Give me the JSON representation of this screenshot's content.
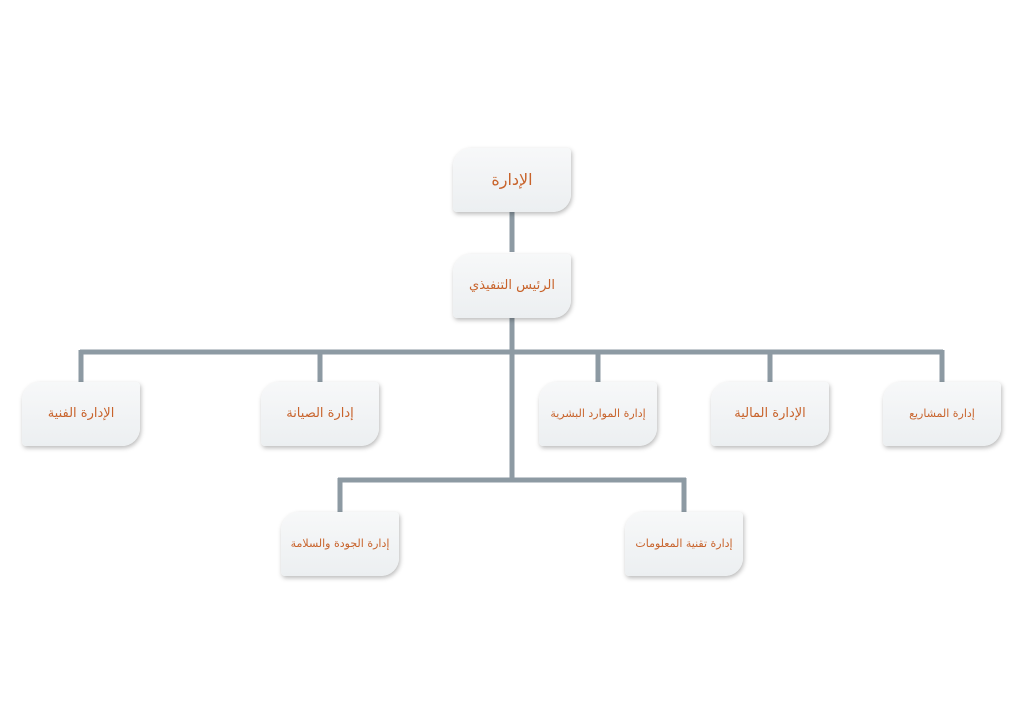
{
  "org_chart": {
    "root": {
      "label": "الإدارة"
    },
    "executive": {
      "label": "الرئيس التنفيذي"
    },
    "departments": [
      {
        "label": "الإدارة الفنية"
      },
      {
        "label": "إدارة الصيانة"
      },
      {
        "label": "إدارة الموارد البشرية"
      },
      {
        "label": "الإدارة المالية"
      },
      {
        "label": "إدارة المشاريع"
      }
    ],
    "sub_departments": [
      {
        "label": "إدارة الجودة والسلامة"
      },
      {
        "label": "إدارة تقنية المعلومات"
      }
    ]
  },
  "colors": {
    "label_text": "#c8632b",
    "connector": "#8d9aa3",
    "box_fill": "#eef1f3"
  }
}
